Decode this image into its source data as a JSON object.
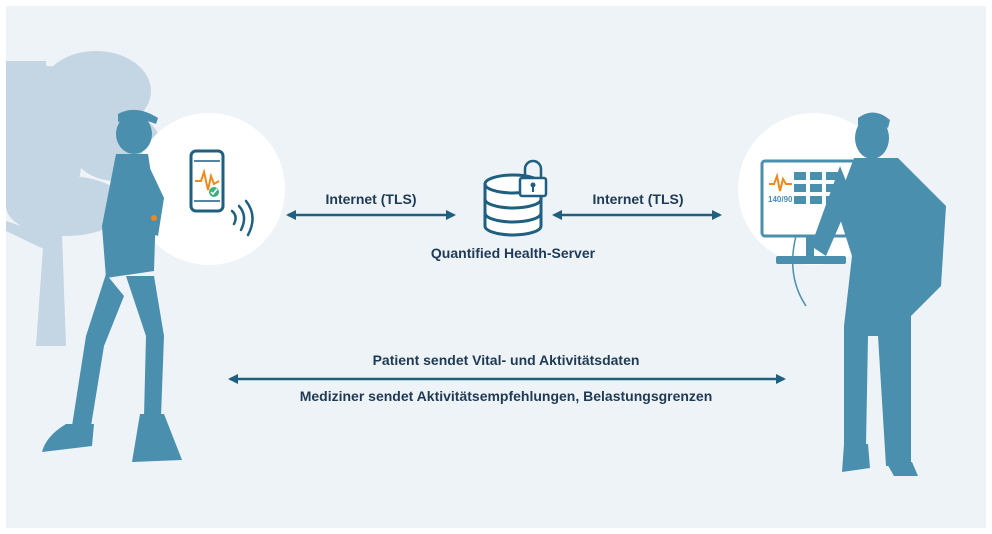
{
  "diagram": {
    "left_link_label": "Internet (TLS)",
    "right_link_label": "Internet (TLS)",
    "server_label": "Quantified Health-Server",
    "bottom_label_top": "Patient sendet Vital- und Aktivitätsdaten",
    "bottom_label_bottom": "Mediziner sendet Aktivitätsempfehlungen, Belastungsgrenzen",
    "monitor_value": "140/90"
  },
  "colors": {
    "background": "#eef3f8",
    "silhouette": "#4a8fae",
    "tree": "#c4d5e3",
    "arrow": "#1f5f80",
    "text": "#1e3a55",
    "accent": "#f08a1c",
    "check": "#38b07f"
  },
  "icons": [
    "tree-icon",
    "patient-icon",
    "smartphone-icon",
    "wireless-signal-icon",
    "database-icon",
    "lock-icon",
    "physician-icon",
    "monitor-icon"
  ]
}
